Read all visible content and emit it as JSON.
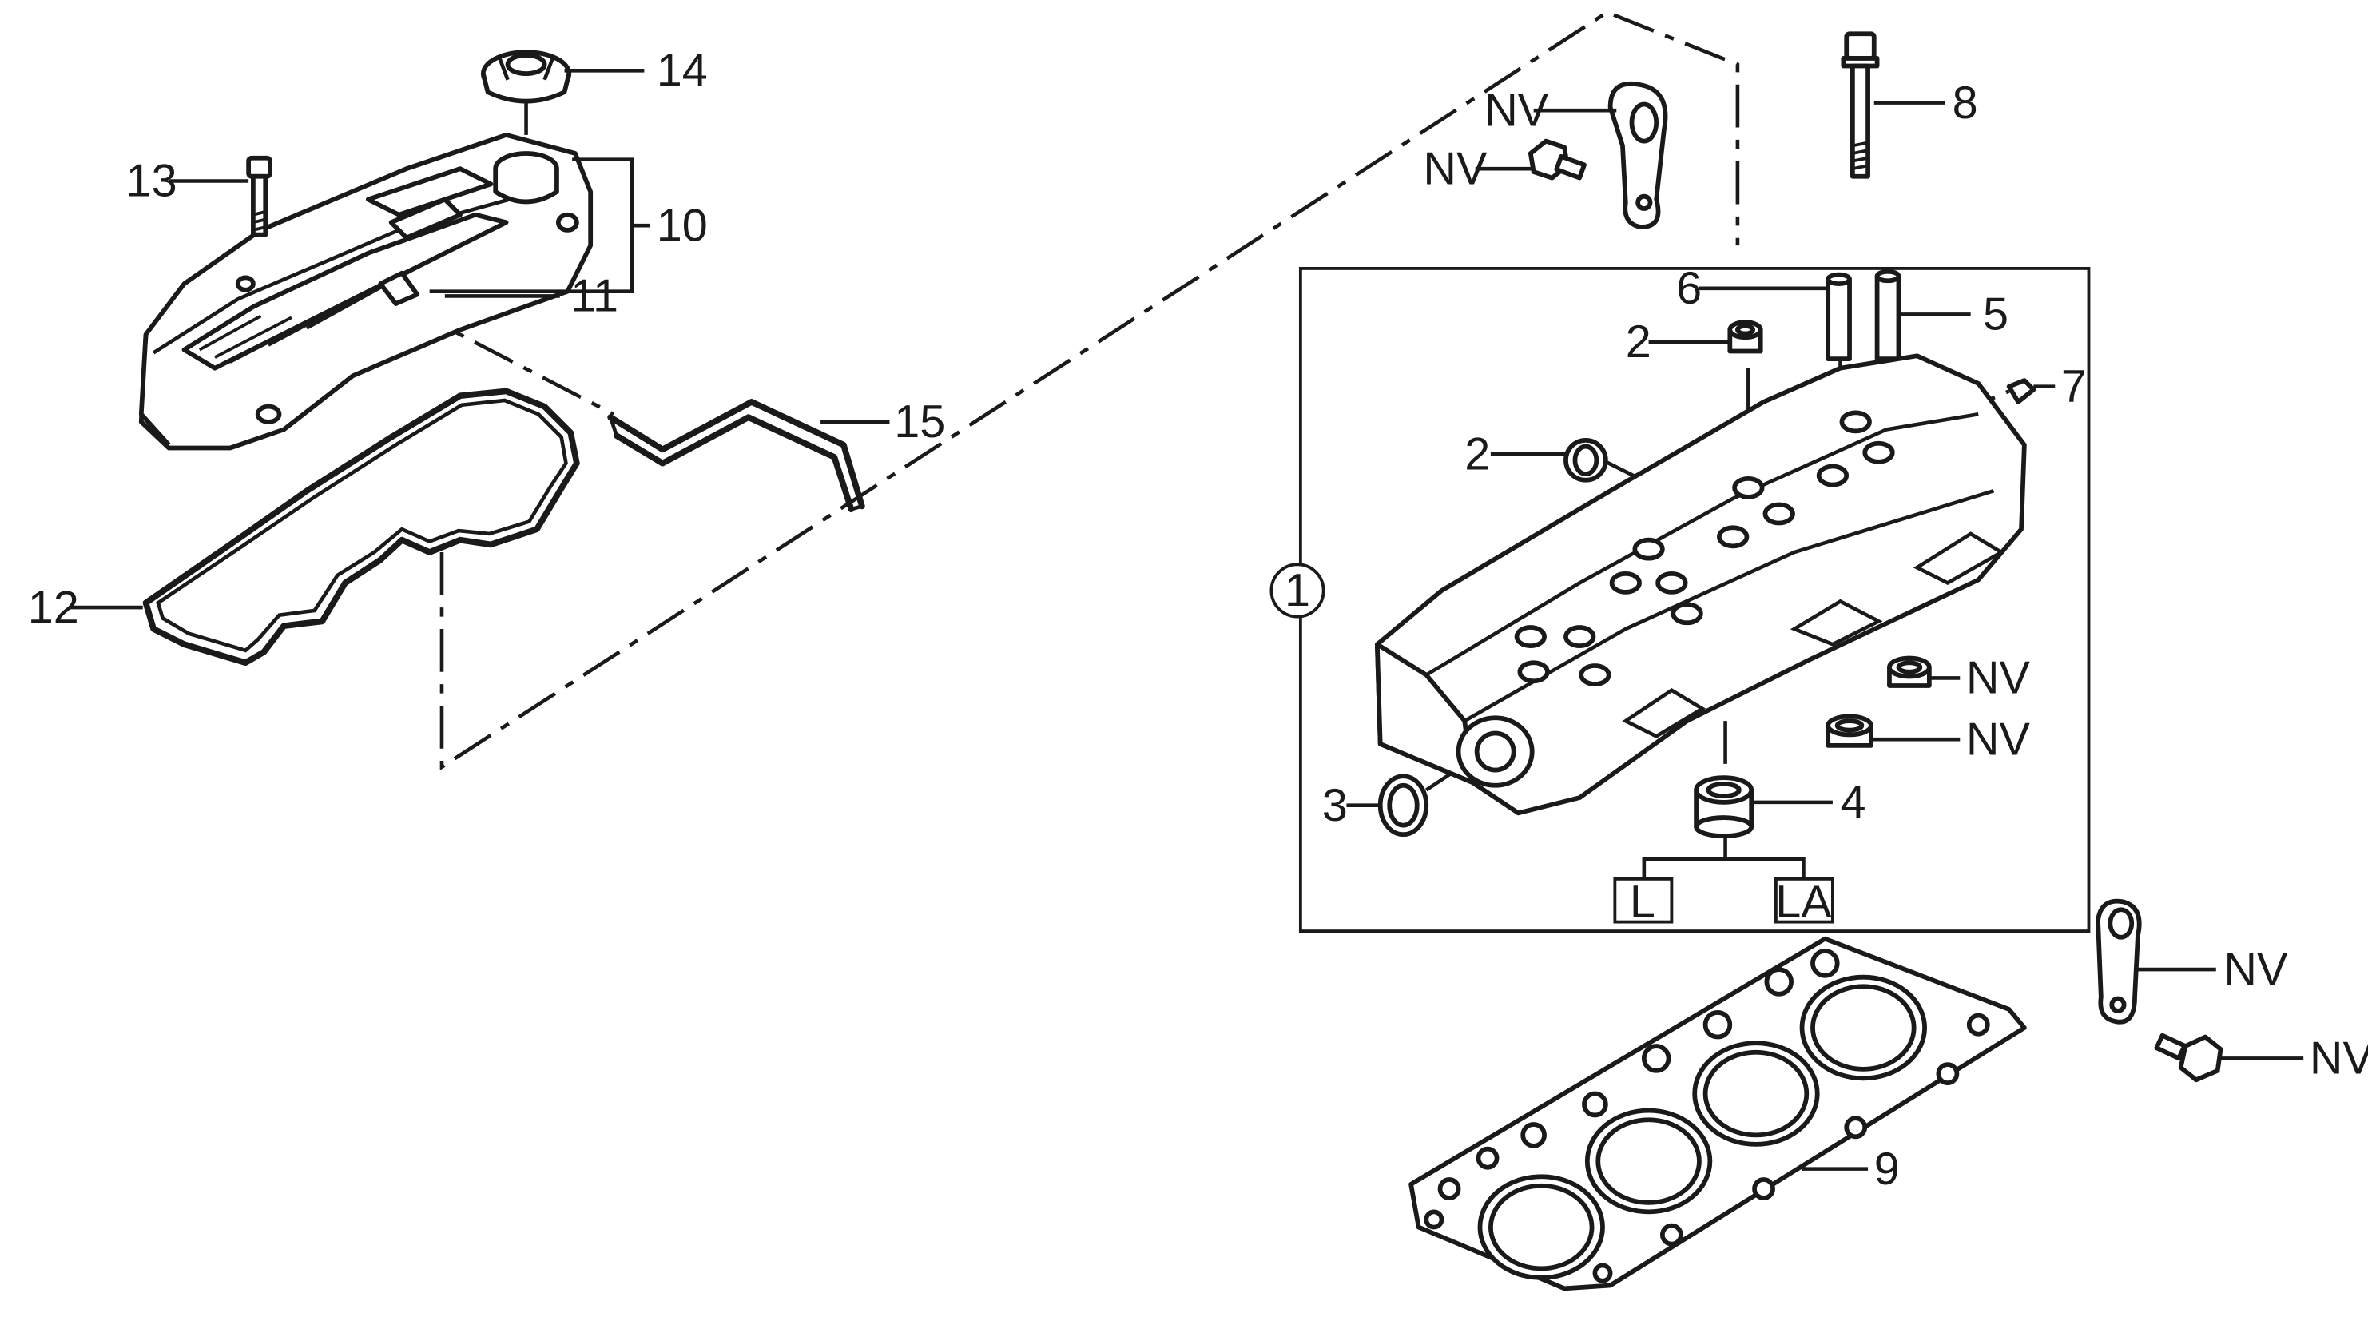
{
  "callouts": {
    "c1": "1",
    "c2a": "2",
    "c2b": "2",
    "c3": "3",
    "c4": "4",
    "c5": "5",
    "c6": "6",
    "c7": "7",
    "c8": "8",
    "c9": "9",
    "c10": "10",
    "c11": "11",
    "c12": "12",
    "c13": "13",
    "c14": "14",
    "c15": "15",
    "nv1": "NV",
    "nv2": "NV",
    "nv3": "NV",
    "nv4": "NV",
    "nv5": "NV",
    "nv6": "NV",
    "boxL": "L",
    "boxLA": "LA"
  }
}
